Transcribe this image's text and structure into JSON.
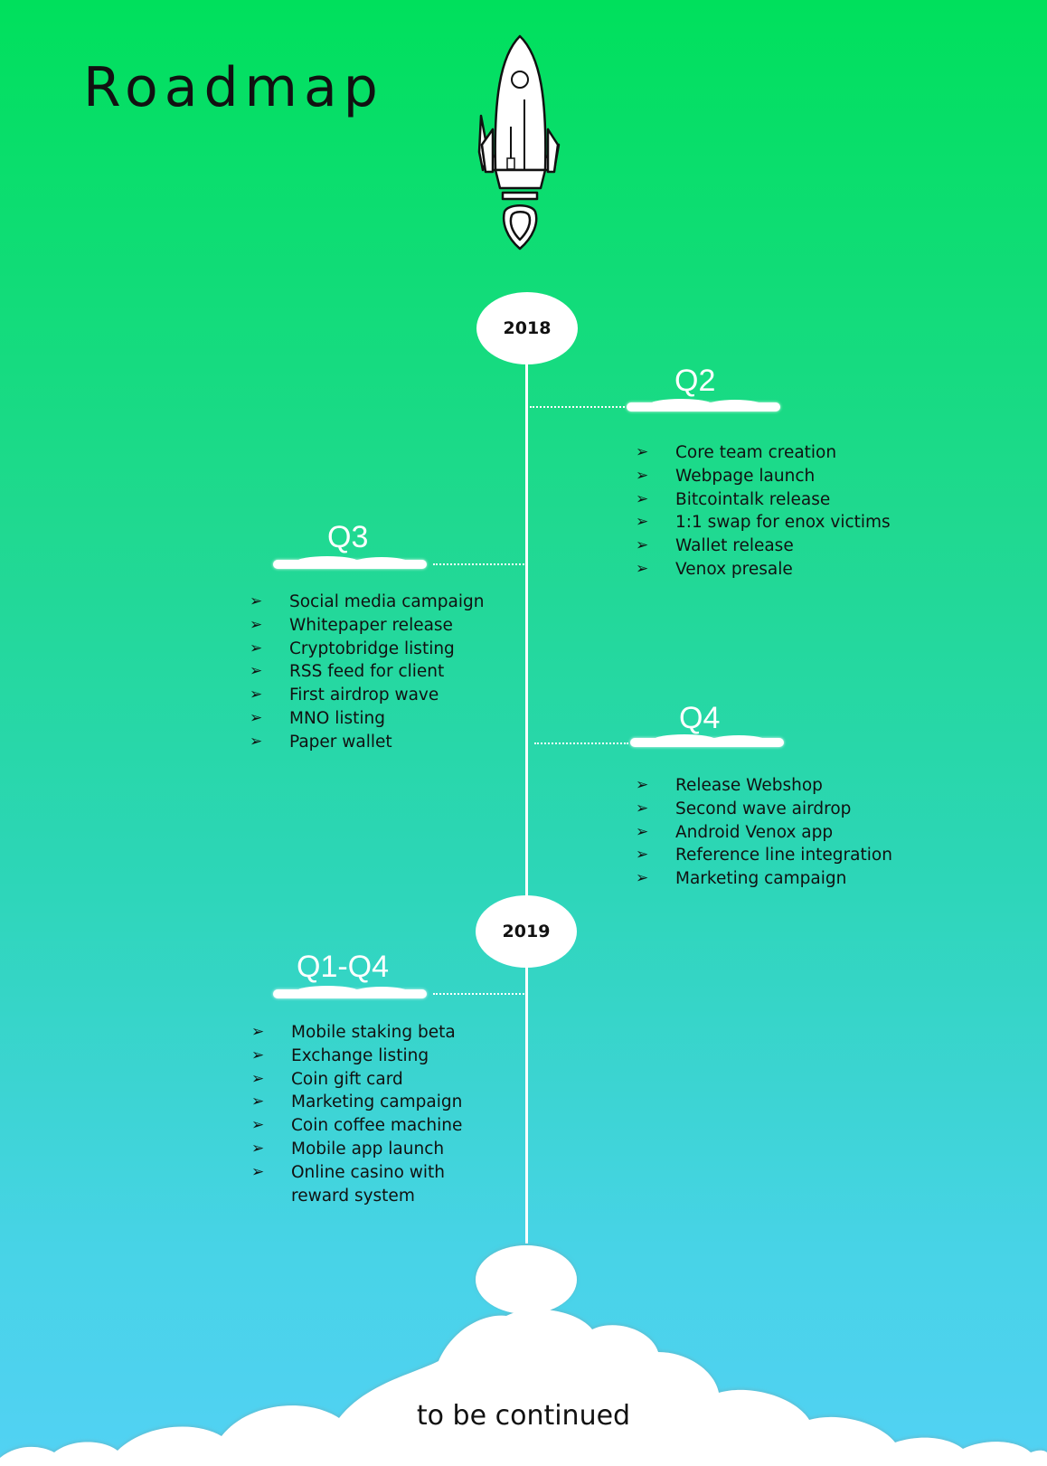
{
  "title": "Roadmap",
  "years": [
    "2018",
    "2019"
  ],
  "sections": {
    "q2": {
      "label": "Q2",
      "items": [
        "Core team creation",
        "Webpage launch",
        "Bitcointalk release",
        "1:1 swap for enox victims",
        "Wallet release",
        "Venox presale"
      ]
    },
    "q3": {
      "label": "Q3",
      "items": [
        "Social media campaign",
        "Whitepaper release",
        "Cryptobridge listing",
        "RSS feed for client",
        "First airdrop wave",
        "MNO listing",
        "Paper wallet"
      ]
    },
    "q4": {
      "label": "Q4",
      "items": [
        "Release Webshop",
        "Second wave airdrop",
        "Android Venox app",
        "Reference line integration",
        "Marketing campaign"
      ]
    },
    "q1q4": {
      "label": "Q1-Q4",
      "items": [
        "Mobile staking beta",
        "Exchange listing",
        "Coin gift card",
        "Marketing campaign",
        "Coin coffee machine",
        "Mobile app launch",
        "Online casino with",
        "reward system"
      ]
    }
  },
  "bullet_glyph": "➢",
  "footer": "to be continued",
  "icons": [
    "rocket-icon",
    "cloud-icon"
  ],
  "colors": {
    "gradient_top": "#00e05c",
    "gradient_bottom": "#52d2f4",
    "ink": "#111111",
    "white": "#ffffff"
  }
}
